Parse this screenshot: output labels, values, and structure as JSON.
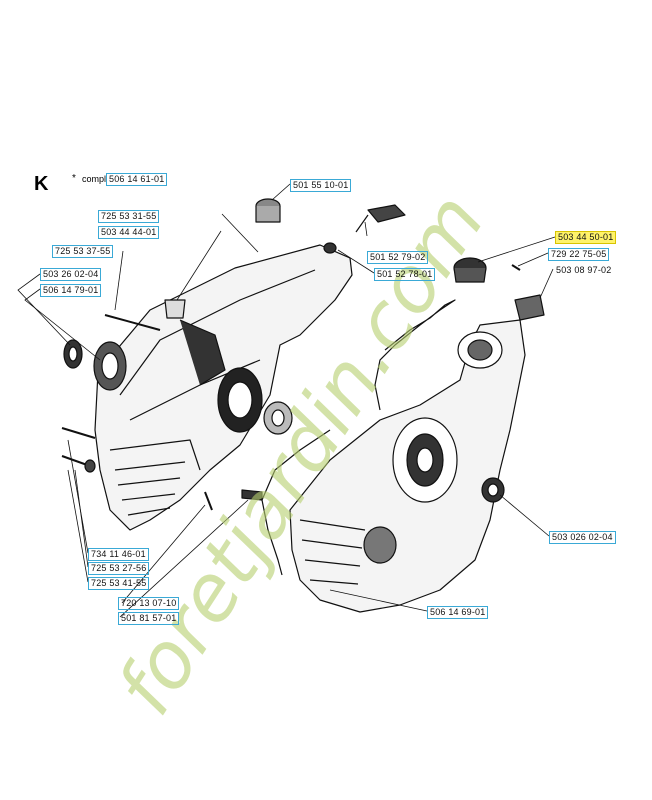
{
  "section_letter": "K",
  "complete_note": {
    "star": "*",
    "prefix": "compl"
  },
  "watermark": {
    "text": "foretjardin.com",
    "color": "#b5cf6e"
  },
  "highlight_color": "#fff36a",
  "callout_border_color": "#3aa9d6",
  "part_numbers": [
    "506 14 61-01",
    "501 55 10-01",
    "725 53 31-55",
    "503 44 44-01",
    "725 53 37-55",
    "503 26 02-04",
    "506 14 79-01",
    "501 52 79-02",
    "501 52 78-01",
    "503 44 50-01",
    "729 22 75-05",
    "503 08 97-02",
    "503 026 02-04",
    "734 11 46-01",
    "725 53 27-56",
    "725 53 41-55",
    "720 13 07-10",
    "501 81 57-01",
    "506 14 69-01"
  ]
}
